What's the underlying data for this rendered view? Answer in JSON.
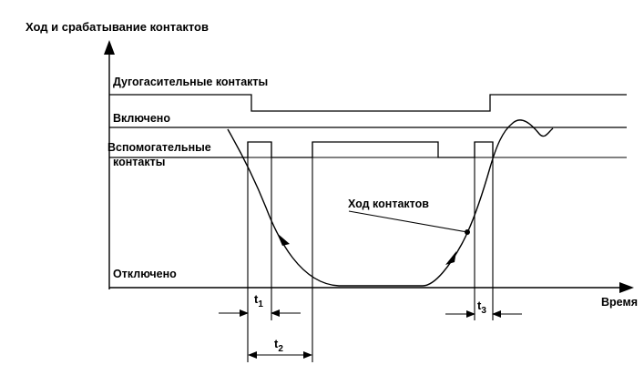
{
  "title": "Ход и срабатывание контактов",
  "x_axis_label": "Время",
  "labels": {
    "arc_contacts": "Дугогасительные контакты",
    "on": "Включено",
    "aux_line1": "Вспомогательные",
    "aux_line2": "контакты",
    "off": "Отключено",
    "contact_travel": "Ход контактов"
  },
  "intervals": {
    "t1": {
      "main": "t",
      "sub": "1"
    },
    "t2": {
      "main": "t",
      "sub": "2"
    },
    "t3": {
      "main": "t",
      "sub": "3"
    }
  },
  "colors": {
    "line": "#000000",
    "background": "#ffffff"
  }
}
